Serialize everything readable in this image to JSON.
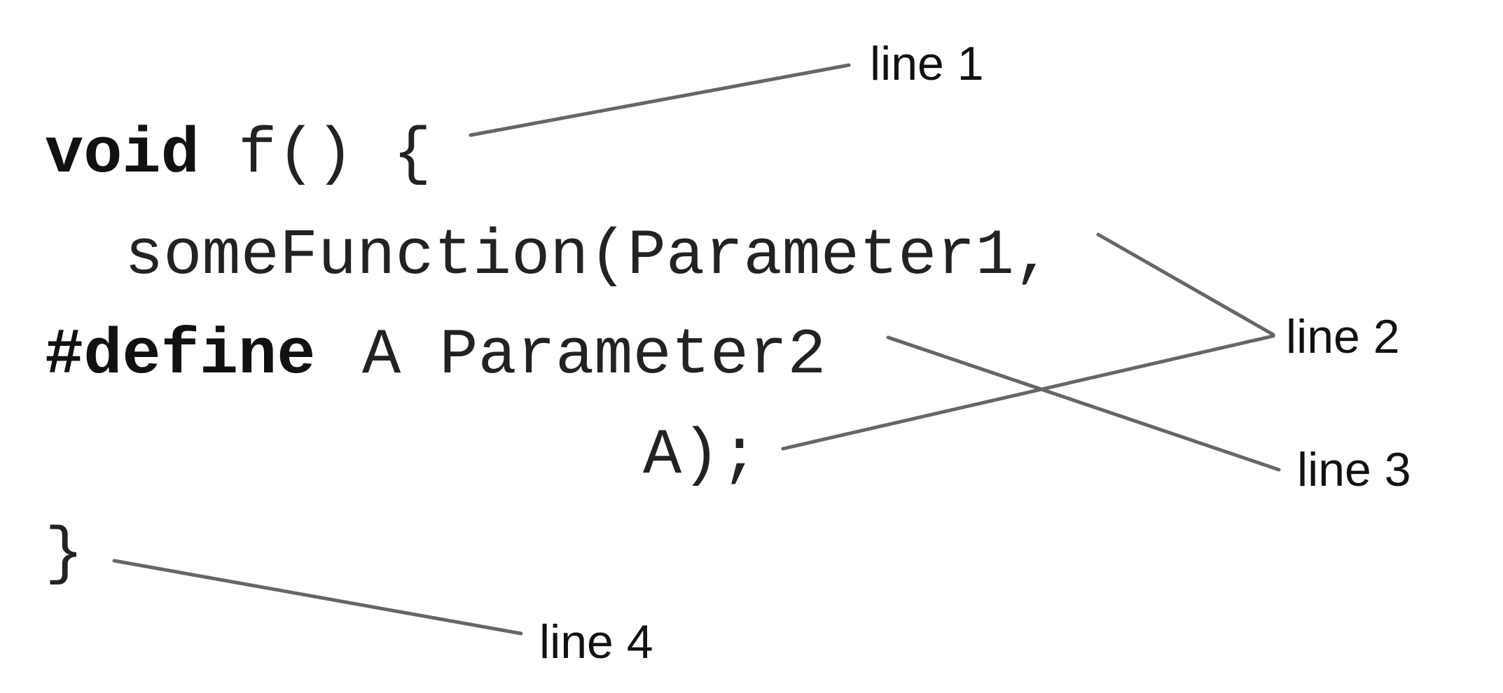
{
  "code": {
    "line_void_keyword": "void",
    "line_void_rest": "f() {",
    "line_call": "someFunction(Parameter1,",
    "line_define_keyword": "#define",
    "line_define_rest": "A Parameter2",
    "line_arg": "A);",
    "line_close": "}"
  },
  "labels": {
    "line1": "line 1",
    "line2": "line 2",
    "line3": "line 3",
    "line4": "line 4"
  }
}
